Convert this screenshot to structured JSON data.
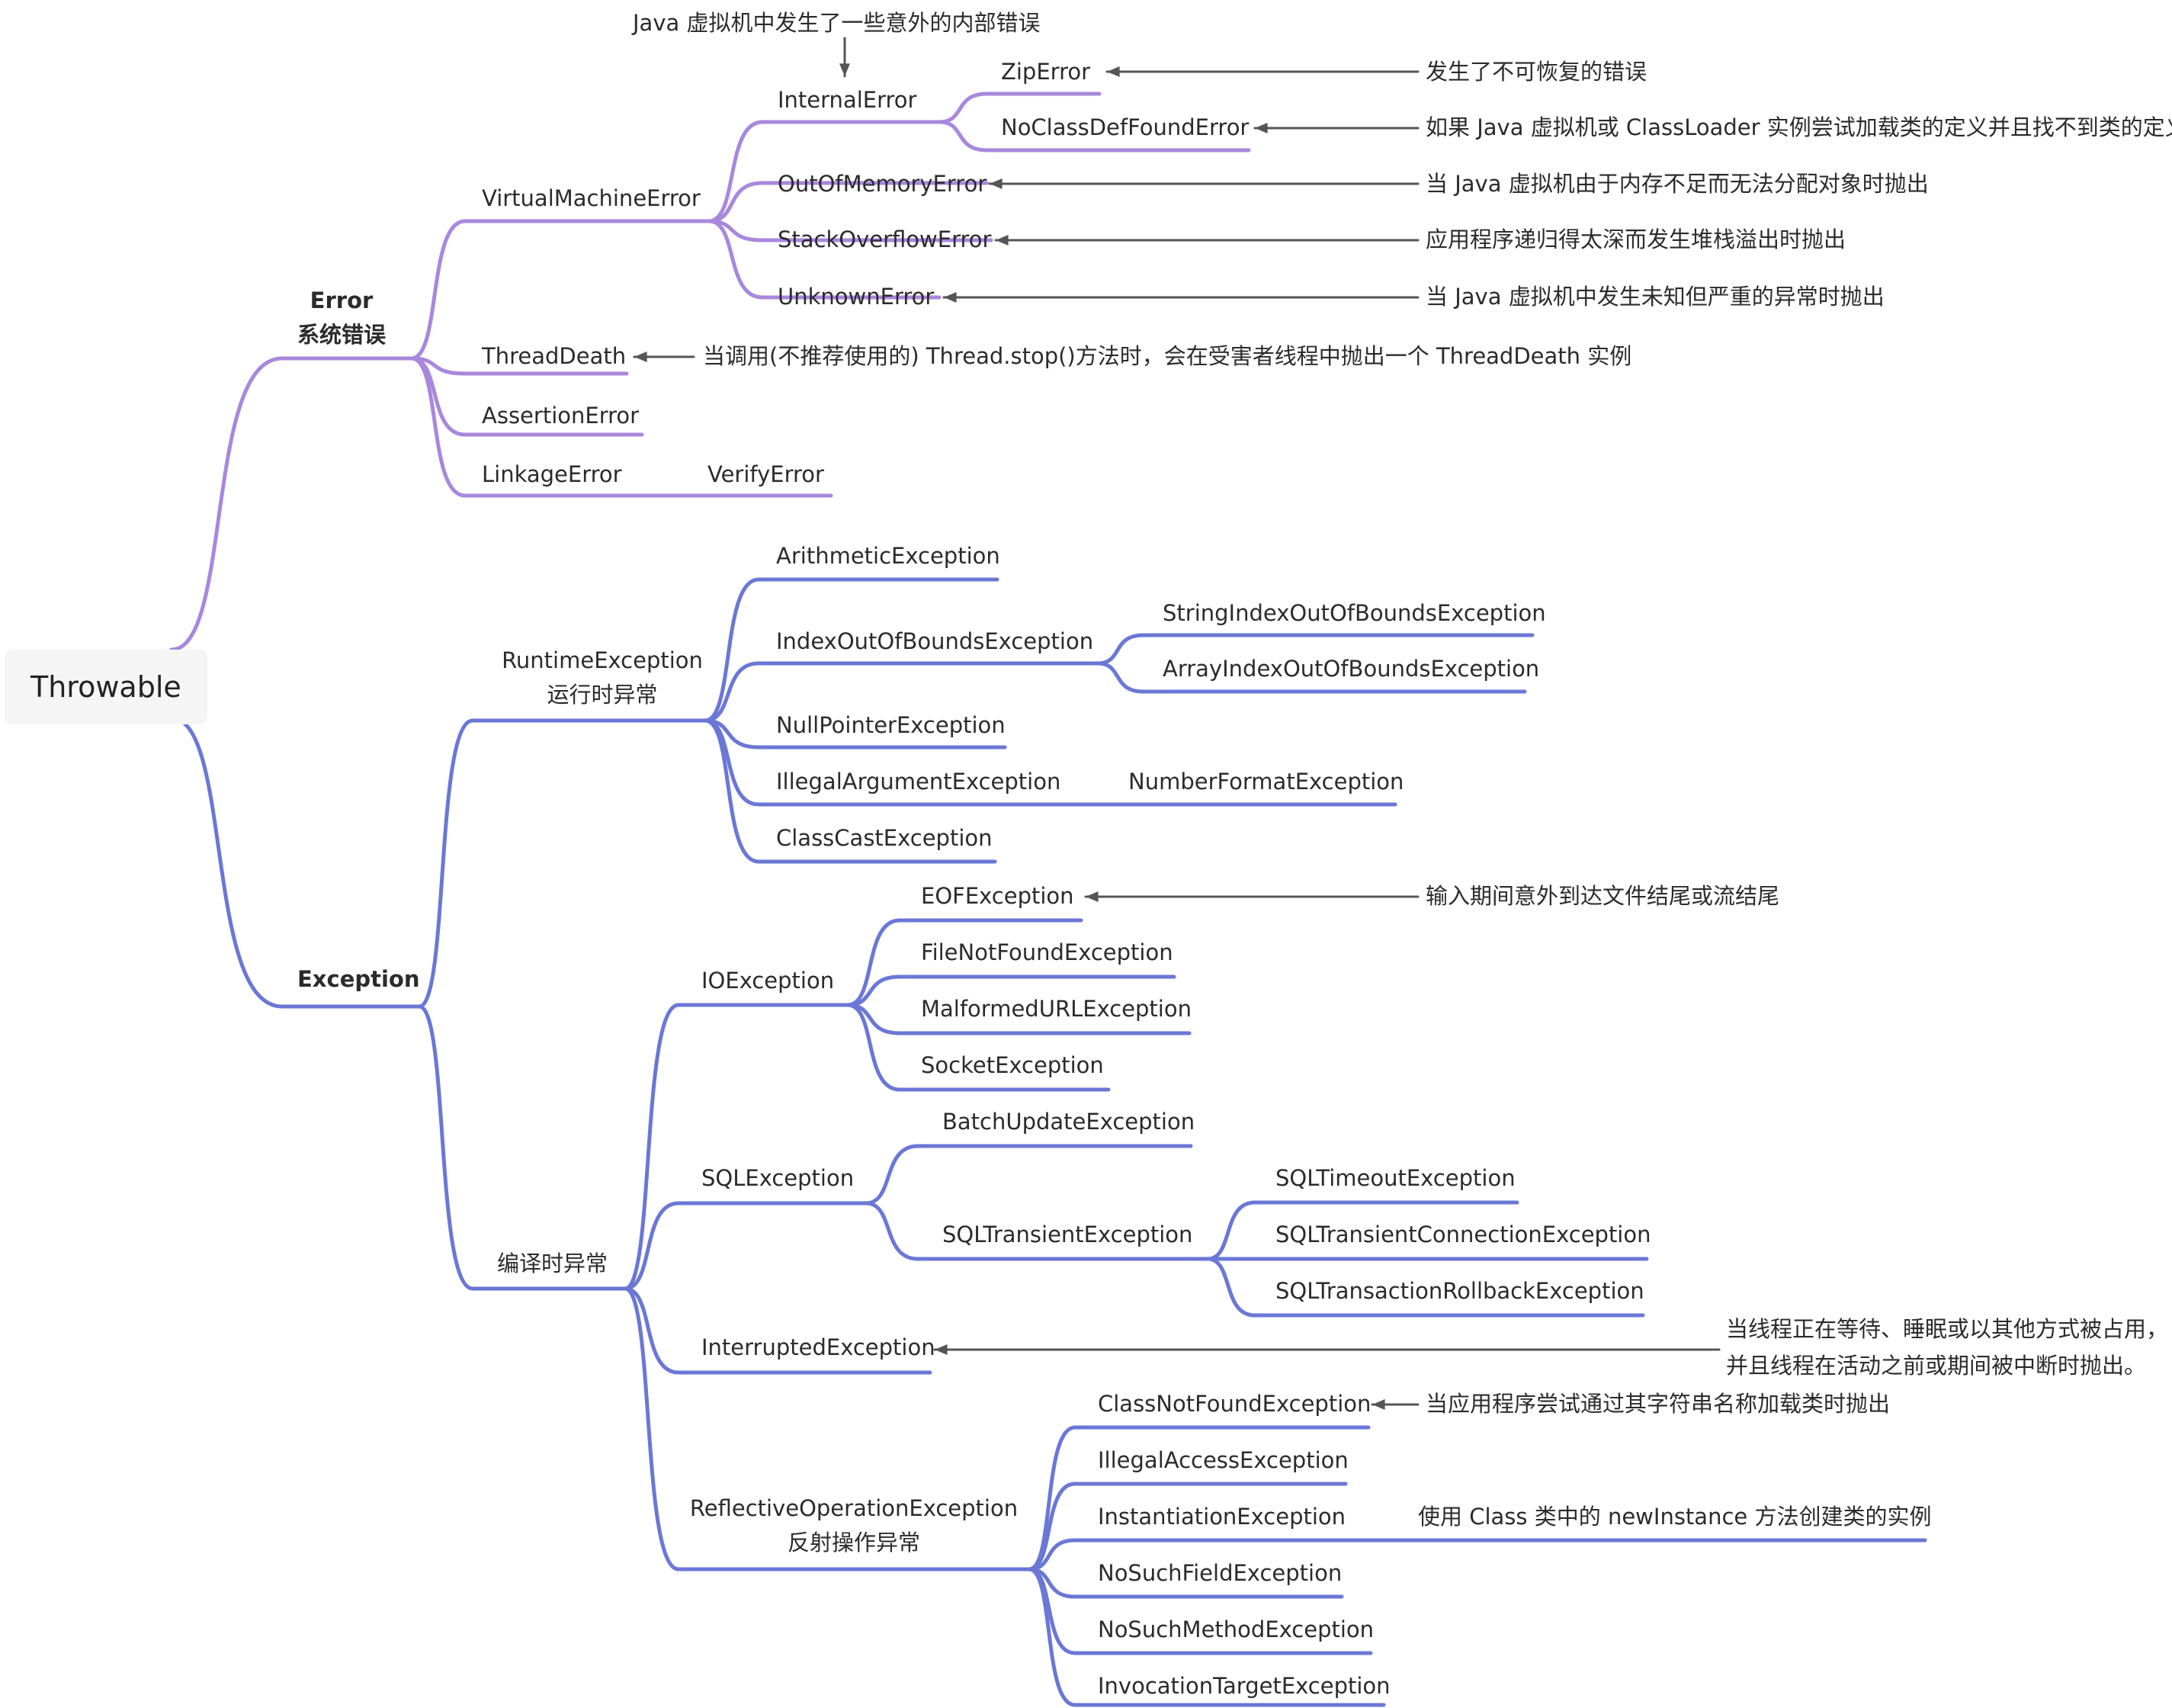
{
  "colors": {
    "error_branch": "#a987dd",
    "exception_branch": "#6b77d6",
    "note_arrow": "#555555",
    "text": "#2b2b2b"
  },
  "root": {
    "label": "Throwable"
  },
  "error": {
    "label": "Error",
    "sublabel": "系统错误",
    "vme": {
      "label": "VirtualMachineError",
      "internal": {
        "label": "InternalError",
        "note": "Java 虚拟机中发生了一些意外的内部错误"
      },
      "zip": {
        "label": "ZipError",
        "note": "发生了不可恢复的错误"
      },
      "noclass": {
        "label": "NoClassDefFoundError",
        "note": "如果 Java 虚拟机或 ClassLoader 实例尝试加载类的定义并且找不到类的定义"
      },
      "oom": {
        "label": "OutOfMemoryError",
        "note": "当 Java 虚拟机由于内存不足而无法分配对象时抛出"
      },
      "so": {
        "label": "StackOverflowError",
        "note": "应用程序递归得太深而发生堆栈溢出时抛出"
      },
      "unknown": {
        "label": "UnknownError",
        "note": "当 Java 虚拟机中发生未知但严重的异常时抛出"
      }
    },
    "threaddeath": {
      "label": "ThreadDeath",
      "note": "当调用(不推荐使用的) Thread.stop()方法时，会在受害者线程中抛出一个 ThreadDeath 实例"
    },
    "assertion": {
      "label": "AssertionError"
    },
    "linkage": {
      "label": "LinkageError",
      "child": "VerifyError"
    }
  },
  "exception": {
    "label": "Exception",
    "runtime": {
      "label": "RuntimeException",
      "sublabel": "运行时异常",
      "arith": "ArithmeticException",
      "ioob": {
        "label": "IndexOutOfBoundsException",
        "sioob": "StringIndexOutOfBoundsException",
        "aioob": "ArrayIndexOutOfBoundsException"
      },
      "npe": "NullPointerException",
      "iae": {
        "label": "IllegalArgumentException",
        "child": "NumberFormatException"
      },
      "cce": "ClassCastException"
    },
    "checked": {
      "label": "编译时异常",
      "io": {
        "label": "IOException",
        "eof": {
          "label": "EOFException",
          "note": "输入期间意外到达文件结尾或流结尾"
        },
        "fnf": "FileNotFoundException",
        "murl": "MalformedURLException",
        "sock": "SocketException"
      },
      "sql": {
        "label": "SQLException",
        "batch": "BatchUpdateException",
        "trans": {
          "label": "SQLTransientException",
          "timeout": "SQLTimeoutException",
          "conn": "SQLTransientConnectionException",
          "rollback": "SQLTransactionRollbackException"
        }
      },
      "interrupted": {
        "label": "InterruptedException",
        "note_line1": "当线程正在等待、睡眠或以其他方式被占用，",
        "note_line2": "并且线程在活动之前或期间被中断时抛出。"
      },
      "reflective": {
        "label": "ReflectiveOperationException",
        "sublabel": "反射操作异常",
        "cnf": {
          "label": "ClassNotFoundException",
          "note": "当应用程序尝试通过其字符串名称加载类时抛出"
        },
        "iacc": "IllegalAccessException",
        "inst": {
          "label": "InstantiationException",
          "note": "使用 Class 类中的 newInstance 方法创建类的实例"
        },
        "nsf": "NoSuchFieldException",
        "nsm": "NoSuchMethodException",
        "ite": "InvocationTargetException"
      }
    }
  }
}
